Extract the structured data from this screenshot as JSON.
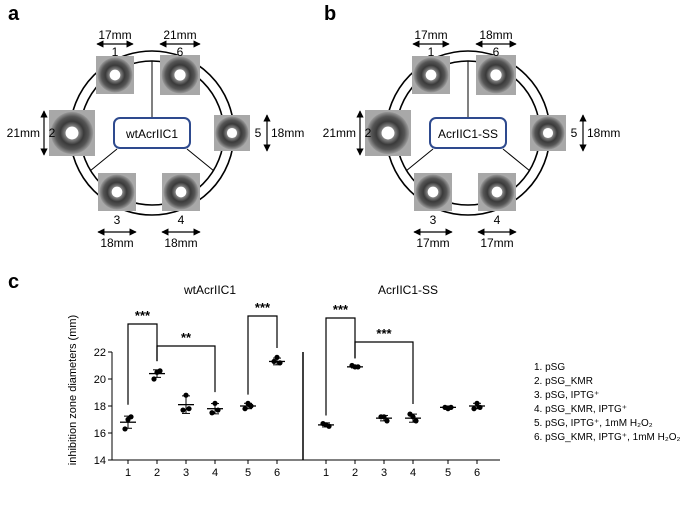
{
  "panels": {
    "a": "a",
    "b": "b",
    "c": "c"
  },
  "panel_a": {
    "center_label": "wtAcrIIC1",
    "discs": [
      {
        "num": "1",
        "measure": "17mm"
      },
      {
        "num": "6",
        "measure": "21mm"
      },
      {
        "num": "2",
        "measure": "21mm"
      },
      {
        "num": "5",
        "measure": "18mm"
      },
      {
        "num": "3",
        "measure": "18mm"
      },
      {
        "num": "4",
        "measure": "18mm"
      }
    ]
  },
  "panel_b": {
    "center_label": "AcrIIC1-SS",
    "discs": [
      {
        "num": "1",
        "measure": "17mm"
      },
      {
        "num": "6",
        "measure": "18mm"
      },
      {
        "num": "2",
        "measure": "21mm"
      },
      {
        "num": "5",
        "measure": "18mm"
      },
      {
        "num": "3",
        "measure": "17mm"
      },
      {
        "num": "4",
        "measure": "17mm"
      }
    ]
  },
  "legend": [
    "1. pSG",
    "2. pSG_KMR",
    "3. pSG, IPTG⁺",
    "4. pSG_KMR, IPTG⁺",
    "5. pSG, IPTG⁺, 1mM H₂O₂",
    "6. pSG_KMR, IPTG⁺, 1mM H₂O₂"
  ],
  "chart_data": {
    "type": "scatter",
    "ylabel": "inhibition zone diameters (mm)",
    "ylim": [
      14,
      22
    ],
    "yticks": [
      "14",
      "16",
      "18",
      "20",
      "22"
    ],
    "groups": [
      {
        "title": "wtAcrIIC1",
        "categories": [
          "1",
          "2",
          "3",
          "4",
          "5",
          "6"
        ],
        "points": [
          [
            17,
            17.2,
            16.3
          ],
          [
            20.5,
            20.6,
            20.0
          ],
          [
            18.8,
            17.8,
            17.7
          ],
          [
            18.2,
            17.7,
            17.5
          ],
          [
            18.2,
            18.0,
            17.8
          ],
          [
            21.6,
            21.2,
            21.3
          ]
        ],
        "mean": [
          16.8,
          20.4,
          18.1,
          17.8,
          18.0,
          21.3
        ],
        "error": [
          0.45,
          0.28,
          0.65,
          0.38,
          0.2,
          0.25
        ],
        "significance": [
          {
            "from": "1",
            "to": "2",
            "label": "***"
          },
          {
            "from": "2",
            "to": "4",
            "label": "**"
          },
          {
            "from": "5",
            "to": "6",
            "label": "***"
          }
        ]
      },
      {
        "title": "AcrIIC1-SS",
        "categories": [
          "1",
          "2",
          "3",
          "4",
          "5",
          "6"
        ],
        "points": [
          [
            16.6,
            16.5,
            16.7
          ],
          [
            20.9,
            20.9,
            21.0
          ],
          [
            17.2,
            16.9,
            17.2
          ],
          [
            17.2,
            16.9,
            17.4
          ],
          [
            17.8,
            17.9,
            17.9
          ],
          [
            18.2,
            17.9,
            17.8
          ]
        ],
        "mean": [
          16.6,
          20.9,
          17.1,
          17.1,
          17.9,
          18.0
        ],
        "error": [
          0.15,
          0.08,
          0.2,
          0.3,
          0.1,
          0.2
        ],
        "significance": [
          {
            "from": "1",
            "to": "2",
            "label": "***"
          },
          {
            "from": "2",
            "to": "4",
            "label": "***"
          }
        ]
      }
    ]
  }
}
